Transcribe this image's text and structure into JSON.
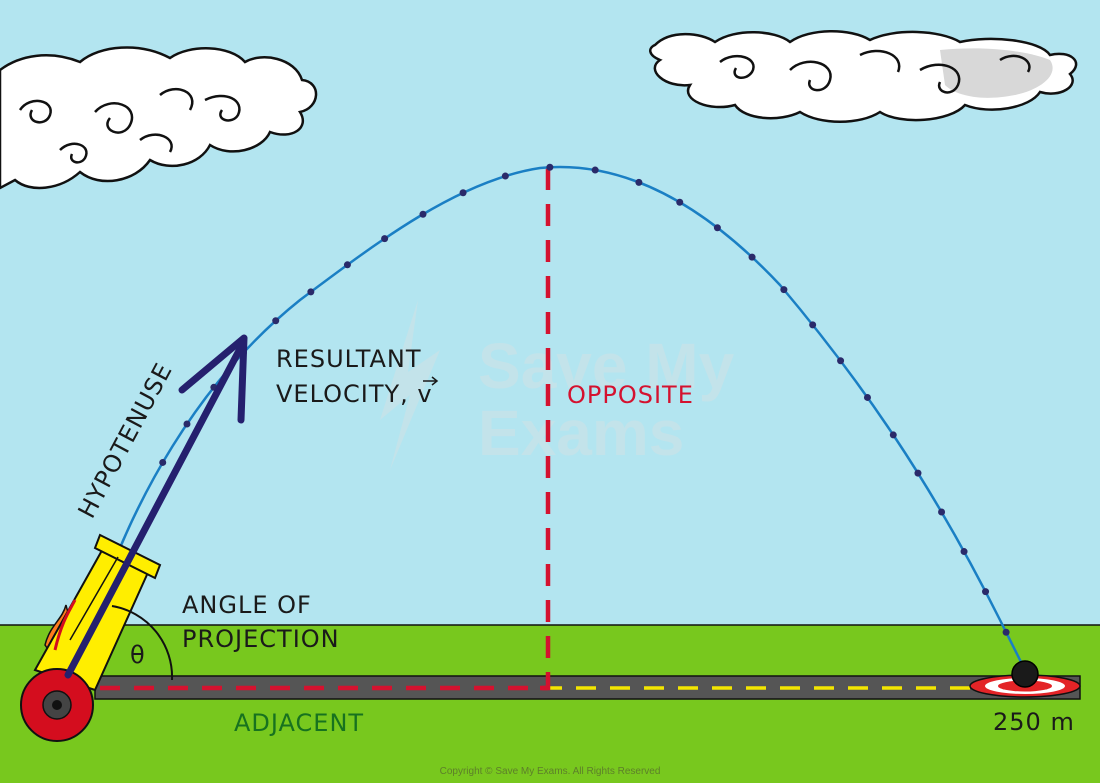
{
  "labels": {
    "resultant_line1": "RESULTANT",
    "resultant_line2": "VELOCITY, ",
    "vector_symbol": "v",
    "hypotenuse": "HYPOTENUSE",
    "opposite": "OPPOSITE",
    "adjacent": "ADJACENT",
    "angle_line1": "ANGLE  OF",
    "angle_line2": "PROJECTION",
    "theta": "θ",
    "distance": "250 m"
  },
  "watermark": {
    "line1": "Save My",
    "line2": "Exams"
  },
  "copyright": "Copyright © Save My Exams. All Rights Reserved",
  "colors": {
    "sky": "#b3e5f0",
    "grass": "#78c81e",
    "road": "#555555",
    "road_dash": "#f3e600",
    "trajectory": "#1a7fc4",
    "trajectory_dot": "#2a2a6a",
    "velocity_arrow": "#25206e",
    "opposite_dash": "#d4122f",
    "adjacent_dash": "#d4122f",
    "cannon_barrel": "#ffee00",
    "cannon_wheel": "#d40d1e",
    "target_red": "#e32427",
    "ball": "#1a1a1a"
  },
  "trajectory": {
    "points_count": 27
  }
}
